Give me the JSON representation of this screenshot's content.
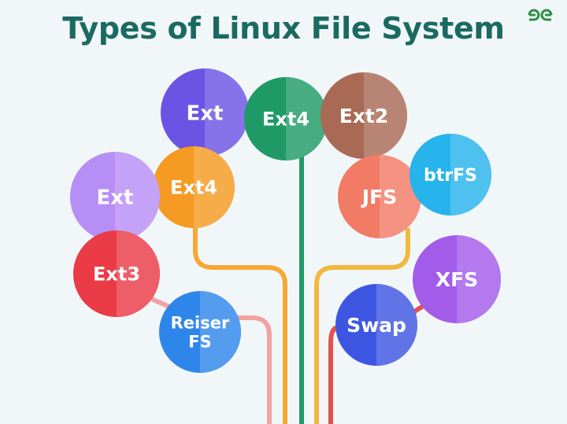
{
  "title": "Types of Linux File System",
  "logo": {
    "text": "GG",
    "icon": "geeksforgeeks-logo"
  },
  "nodes": [
    {
      "key": "ext-top",
      "lines": [
        "Ext"
      ],
      "color": "#6b54e4"
    },
    {
      "key": "ext4-center",
      "lines": [
        "Ext4"
      ],
      "color": "#1f9a66"
    },
    {
      "key": "ext2",
      "lines": [
        "Ext2"
      ],
      "color": "#a86a55"
    },
    {
      "key": "ext4-left",
      "lines": [
        "Ext4"
      ],
      "color": "#f59a22"
    },
    {
      "key": "ext-left",
      "lines": [
        "Ext"
      ],
      "color": "#b68ef6"
    },
    {
      "key": "jfs",
      "lines": [
        "JFS"
      ],
      "color": "#f27b66"
    },
    {
      "key": "btrfs",
      "lines": [
        "btrFS"
      ],
      "color": "#27b3ec"
    },
    {
      "key": "ext3",
      "lines": [
        "Ext3"
      ],
      "color": "#ea3b47"
    },
    {
      "key": "xfs",
      "lines": [
        "XFS"
      ],
      "color": "#a35bea"
    },
    {
      "key": "reiser-fs",
      "lines": [
        "Reiser",
        "FS"
      ],
      "color": "#2f86ea"
    },
    {
      "key": "swap",
      "lines": [
        "Swap"
      ],
      "color": "#3d56e2"
    }
  ],
  "colors": {
    "title": "#1b6a62",
    "background": "#f1f7f9",
    "branch_pink": "#f2a3a1",
    "branch_orange": "#f7a834",
    "branch_green": "#1f9a66",
    "branch_gold": "#f2b93e",
    "branch_red": "#e4524f"
  }
}
